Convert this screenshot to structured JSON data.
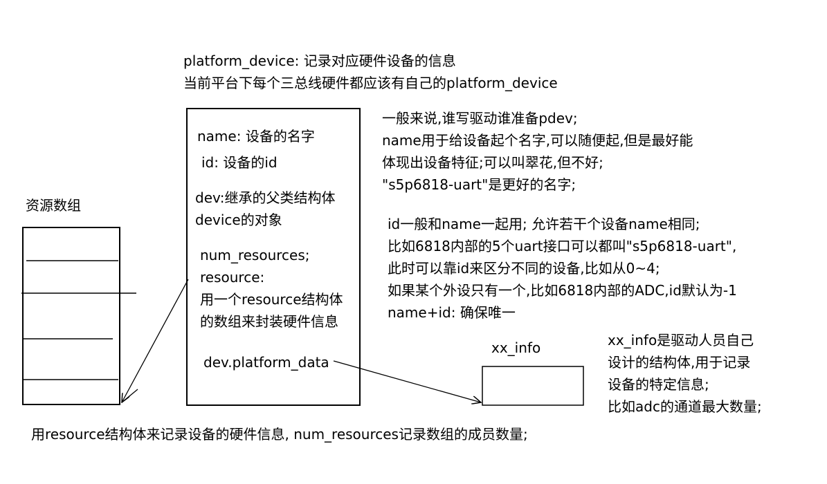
{
  "header": {
    "line1": "platform_device: 记录对应硬件设备的信息",
    "line2": "当前平台下每个三总线硬件都应该有自己的platform_device"
  },
  "pdev_box": {
    "name": "name: 设备的名字",
    "id": "id: 设备的id",
    "dev_1": "dev:继承的父类结构体",
    "dev_2": "device的对象",
    "num_resources": "num_resources;",
    "resource": "resource:",
    "resource_desc_1": "用一个resource结构体",
    "resource_desc_2": "的数组来封装硬件信息",
    "platform_data": "dev.platform_data"
  },
  "resource_array": {
    "title": "资源数组"
  },
  "xx_info": {
    "title": "xx_info"
  },
  "notes": {
    "name_note": [
      "一般来说,谁写驱动谁准备pdev;",
      "name用于给设备起个名字,可以随便起,但是最好能",
      "体现出设备特征;可以叫翠花,但不好;",
      "\"s5p6818-uart\"是更好的名字;"
    ],
    "id_note": [
      "id一般和name一起用; 允许若干个设备name相同;",
      "比如6818内部的5个uart接口可以都叫\"s5p6818-uart\",",
      "此时可以靠id来区分不同的设备,比如从0~4;",
      "如果某个外设只有一个,比如6818内部的ADC,id默认为-1",
      "name+id: 确保唯一"
    ],
    "xx_info_note": [
      "xx_info是驱动人员自己",
      "设计的结构体,用于记录",
      "设备的特定信息;",
      "比如adc的通道最大数量;"
    ]
  },
  "footer": "用resource结构体来记录设备的硬件信息, num_resources记录数组的成员数量;"
}
